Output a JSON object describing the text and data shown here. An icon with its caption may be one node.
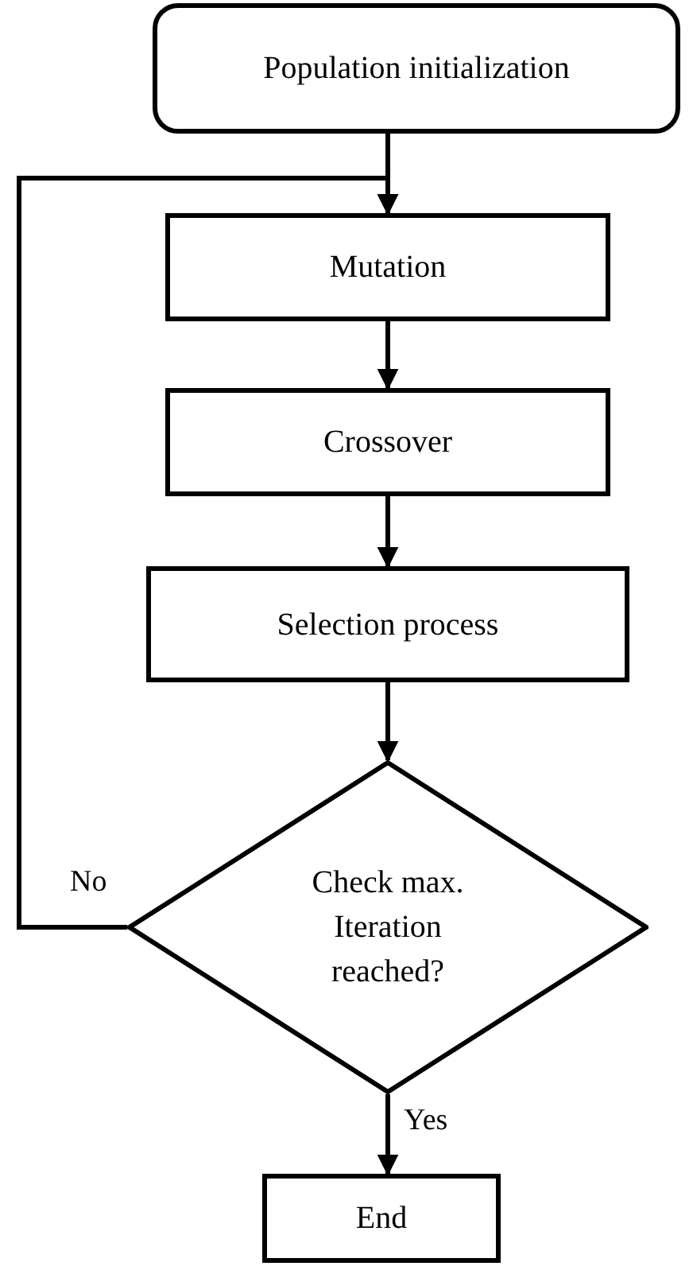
{
  "diagram": {
    "nodes": [
      {
        "text": [
          "Population initialization"
        ]
      },
      {
        "text": [
          "Mutation"
        ]
      },
      {
        "text": [
          "Crossover"
        ]
      },
      {
        "text": [
          "Selection process"
        ]
      },
      {
        "text": [
          "Check max. Iteration reached?"
        ]
      },
      {
        "text": [
          "End"
        ]
      }
    ],
    "edges": [
      {
        "from": 0,
        "to": 1,
        "arrow": "to"
      },
      {
        "from": 1,
        "to": 2,
        "arrow": "to"
      },
      {
        "from": 2,
        "to": 3,
        "arrow": "to"
      },
      {
        "from": 3,
        "to": 4,
        "arrow": "to"
      },
      {
        "from": 4,
        "to": 5,
        "arrow": "to",
        "label": "Yes"
      },
      {
        "from": 4,
        "to": 1,
        "arrow": "to",
        "label": "No"
      }
    ]
  }
}
